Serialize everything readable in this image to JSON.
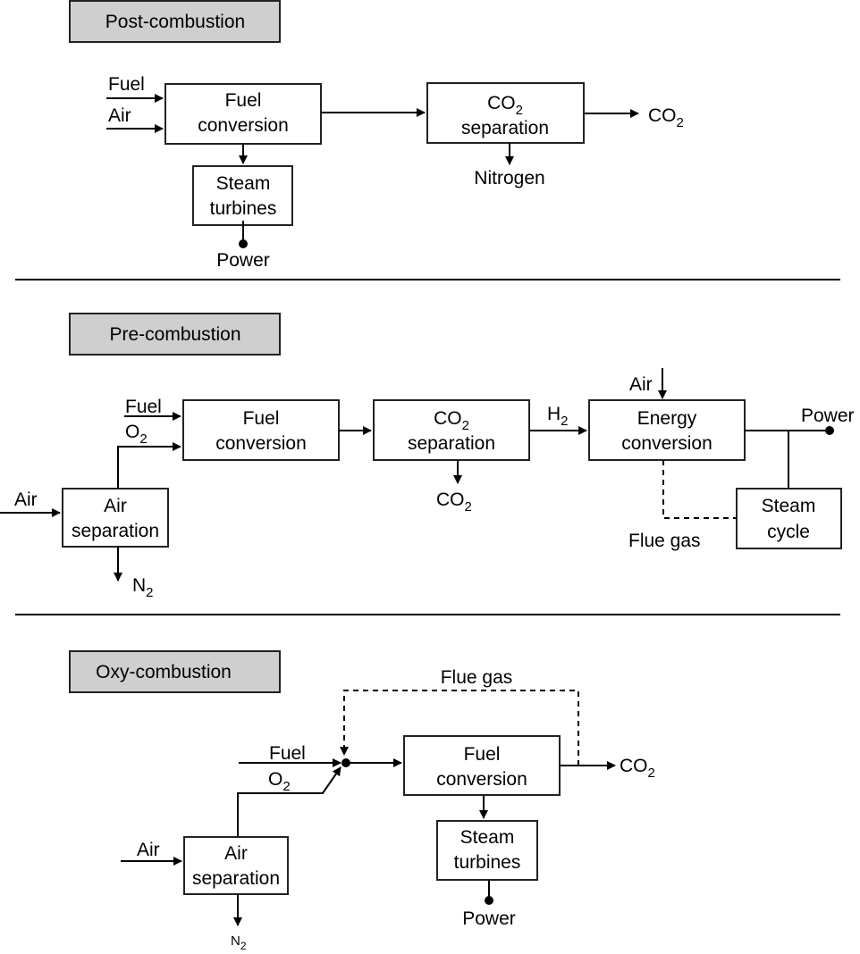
{
  "post": {
    "title": "Post-combustion",
    "fuel_in": "Fuel",
    "air_in": "Air",
    "fuel_conversion": [
      "Fuel",
      "conversion"
    ],
    "co2_separation": [
      "CO",
      "2",
      "separation"
    ],
    "co2_out": [
      "CO",
      "2"
    ],
    "nitrogen": "Nitrogen",
    "steam_turbines": [
      "Steam",
      "turbines"
    ],
    "power": "Power"
  },
  "pre": {
    "title": "Pre-combustion",
    "fuel_in": "Fuel",
    "o2_in": [
      "O",
      "2"
    ],
    "air_in": "Air",
    "air_separation": [
      "Air",
      "separation"
    ],
    "n2_out": [
      "N",
      "2"
    ],
    "fuel_conversion": [
      "Fuel",
      "conversion"
    ],
    "co2_separation": [
      "CO",
      "2",
      "separation"
    ],
    "co2_out": [
      "CO",
      "2"
    ],
    "h2": [
      "H",
      "2"
    ],
    "air_top": "Air",
    "energy_conversion": [
      "Energy",
      "conversion"
    ],
    "power": "Power",
    "steam_cycle": [
      "Steam",
      "cycle"
    ],
    "flue_gas": "Flue gas"
  },
  "oxy": {
    "title": "Oxy-combustion",
    "flue_gas": "Flue gas",
    "fuel_in": "Fuel",
    "o2_in": [
      "O",
      "2"
    ],
    "air_in": "Air",
    "air_separation": [
      "Air",
      "separation"
    ],
    "n2_out": [
      "N",
      "2"
    ],
    "fuel_conversion": [
      "Fuel",
      "conversion"
    ],
    "co2_out": [
      "CO",
      "2"
    ],
    "steam_turbines": [
      "Steam",
      "turbines"
    ],
    "power": "Power"
  }
}
